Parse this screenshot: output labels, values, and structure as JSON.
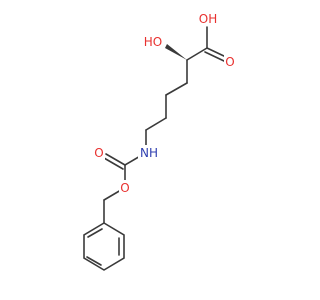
{
  "colors": {
    "background": "#ffffff",
    "bond": "#3a3a3a",
    "oxygen": "#e8312f",
    "nitrogen": "#2f3fb0"
  },
  "atoms": {
    "acid_oh": "OH",
    "acid_o": "O",
    "alpha_oh": "HO",
    "amine_nh": "NH",
    "carbamate_o": "O",
    "ester_o": "O"
  }
}
